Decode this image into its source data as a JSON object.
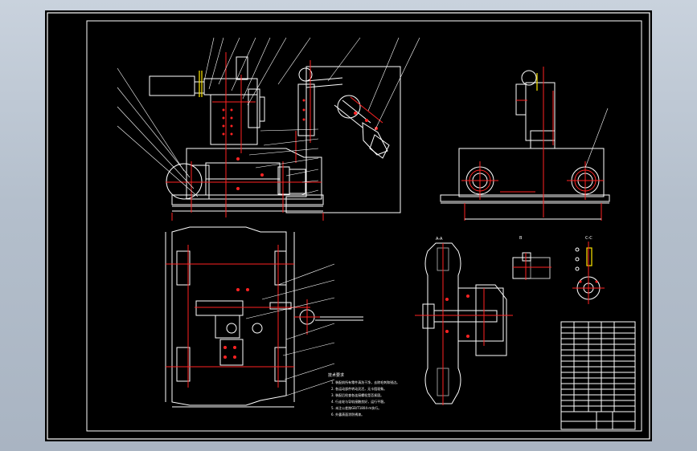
{
  "notes": {
    "title": "技术要求",
    "lines": [
      "1. 装配前所有零件清洗干净，去除毛刺和锐边。",
      "2. 各运动部件转动灵活，无卡阻现象。",
      "3. 装配后检查各连接螺栓是否紧固。",
      "4. 行走轮与导轨接触良好，运行平稳。",
      "5. 未注公差按GB/T1804-m执行。",
      "6. 外露表面涂防锈漆。"
    ]
  },
  "section_labels": {
    "wheel_section": "A-A",
    "detail_b": "B",
    "detail_c": "C-C"
  }
}
